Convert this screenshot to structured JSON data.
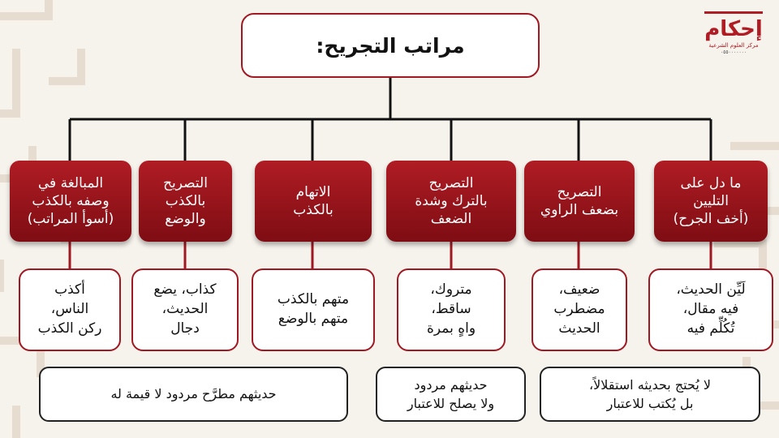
{
  "title": "مراتب التجريح:",
  "logo": {
    "name": "إحكام",
    "subtitle": "مركز العلوم الشرعية",
    "contact": "٠٥٥٠٠٠٠٠٠٠"
  },
  "levels": [
    {
      "label": "ما دل على\nالتليين\n(أخف الجرح)",
      "terms": "لَيِّن الحديث،\nفيه مقال،\nتُكُلِّم فيه"
    },
    {
      "label": "التصريح\nبضعف الراوي",
      "terms": "ضعيف،\nمضطرب\nالحديث"
    },
    {
      "label": "التصريح\nبالترك وشدة\nالضعف",
      "terms": "متروك،\nساقط،\nواهٍ بمرة"
    },
    {
      "label": "الاتهام\nبالكذب",
      "terms": "متهم بالكذب\nمتهم بالوضع"
    },
    {
      "label": "التصريح\nبالكذب\nوالوضع",
      "terms": "كذاب، يضع\nالحديث،\nدجال"
    },
    {
      "label": "المبالغة في\nوصفه بالكذب\n(أسوأ المراتب)",
      "terms": "أكذب\nالناس،\nركن الكذب"
    }
  ],
  "notes": [
    {
      "text": "لا يُحتج بحديثه استقلالاً،\nبل يُكتب للاعتبار"
    },
    {
      "text": "حديثهم مردود\nولا يصلح للاعتبار"
    },
    {
      "text": "حديثهم مطرَّح مردود لا قيمة له"
    }
  ],
  "colors": {
    "accent": "#a01822",
    "box_fill_top": "#b01c24",
    "box_fill_bottom": "#7e0d13",
    "background": "#f6f2ec",
    "line": "#111111"
  }
}
